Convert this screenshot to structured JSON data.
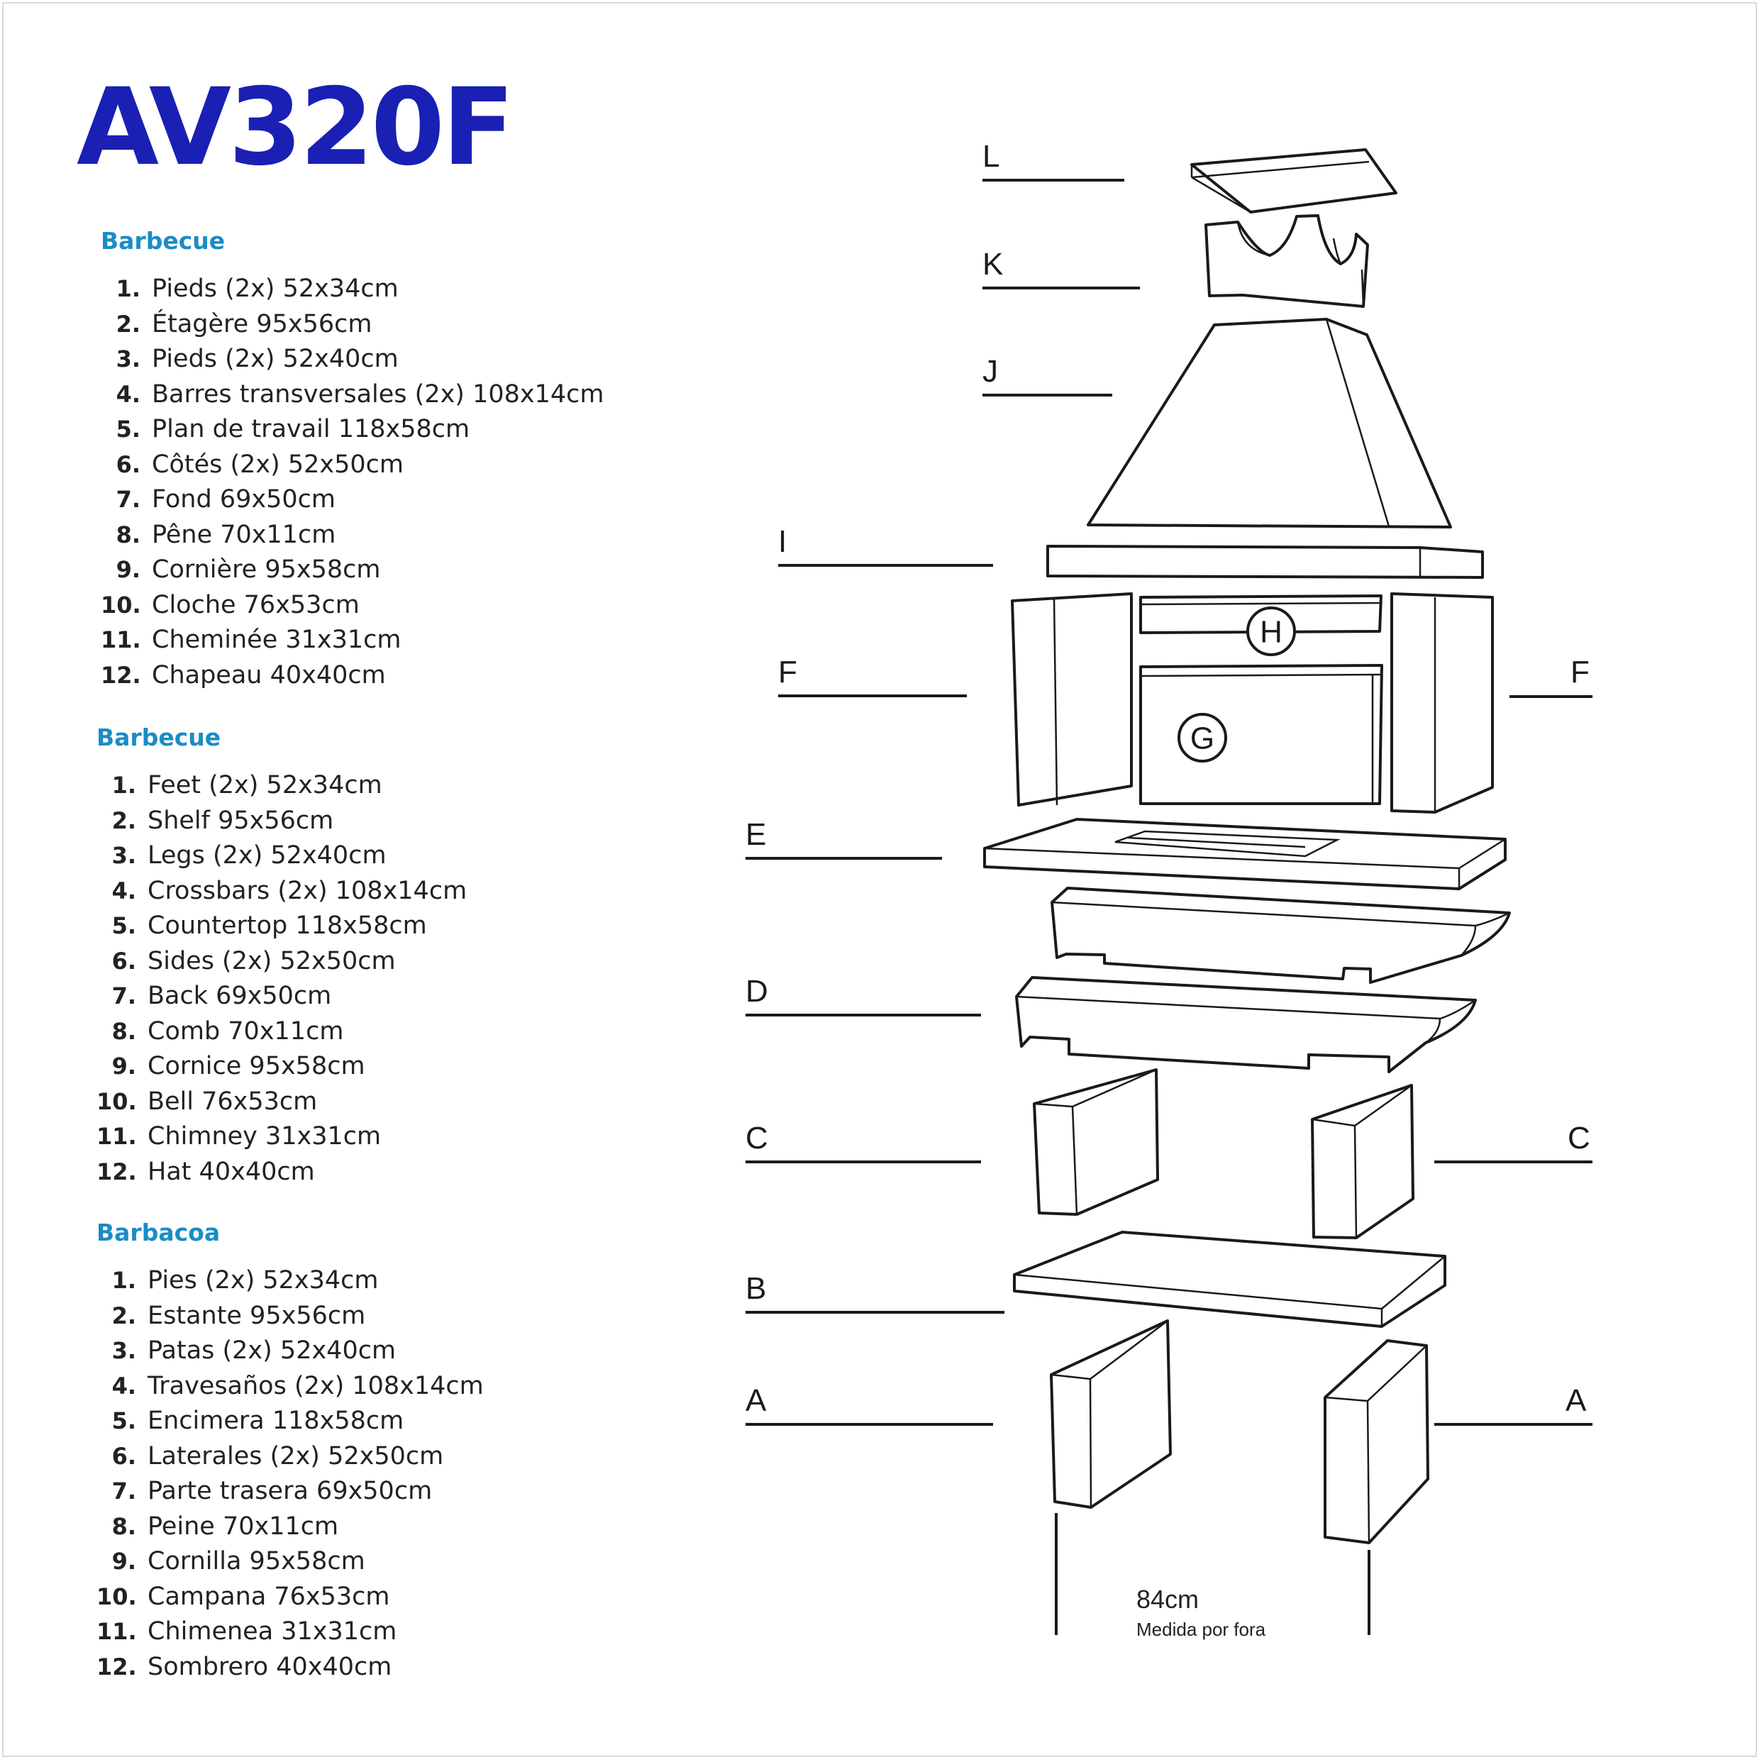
{
  "title": "AV320F",
  "lists": {
    "fr": {
      "heading": "Barbecue",
      "items": [
        {
          "num": "1.",
          "text": "Pieds (2x) 52x34cm"
        },
        {
          "num": "2.",
          "text": "Étagère 95x56cm"
        },
        {
          "num": "3.",
          "text": "Pieds (2x) 52x40cm"
        },
        {
          "num": "4.",
          "text": "Barres transversales (2x) 108x14cm"
        },
        {
          "num": "5.",
          "text": "Plan de travail 118x58cm"
        },
        {
          "num": "6.",
          "text": "Côtés (2x) 52x50cm"
        },
        {
          "num": "7.",
          "text": "Fond 69x50cm"
        },
        {
          "num": "8.",
          "text": "Pêne 70x11cm"
        },
        {
          "num": "9.",
          "text": "Cornière 95x58cm"
        },
        {
          "num": "10.",
          "text": "Cloche 76x53cm"
        },
        {
          "num": "11.",
          "text": "Cheminée 31x31cm"
        },
        {
          "num": "12.",
          "text": "Chapeau 40x40cm"
        }
      ]
    },
    "en": {
      "heading": "Barbecue",
      "items": [
        {
          "num": "1.",
          "text": "Feet (2x) 52x34cm"
        },
        {
          "num": "2.",
          "text": "Shelf 95x56cm"
        },
        {
          "num": "3.",
          "text": "Legs (2x) 52x40cm"
        },
        {
          "num": "4.",
          "text": "Crossbars (2x) 108x14cm"
        },
        {
          "num": "5.",
          "text": "Countertop 118x58cm"
        },
        {
          "num": "6.",
          "text": "Sides (2x) 52x50cm"
        },
        {
          "num": "7.",
          "text": "Back 69x50cm"
        },
        {
          "num": "8.",
          "text": "Comb 70x11cm"
        },
        {
          "num": "9.",
          "text": "Cornice 95x58cm"
        },
        {
          "num": "10.",
          "text": "Bell 76x53cm"
        },
        {
          "num": "11.",
          "text": "Chimney 31x31cm"
        },
        {
          "num": "12.",
          "text": "Hat 40x40cm"
        }
      ]
    },
    "es": {
      "heading": "Barbacoa",
      "items": [
        {
          "num": "1.",
          "text": "Pies (2x) 52x34cm"
        },
        {
          "num": "2.",
          "text": "Estante 95x56cm"
        },
        {
          "num": "3.",
          "text": "Patas (2x) 52x40cm"
        },
        {
          "num": "4.",
          "text": "Travesaños (2x) 108x14cm"
        },
        {
          "num": "5.",
          "text": "Encimera 118x58cm"
        },
        {
          "num": "6.",
          "text": "Laterales (2x) 52x50cm"
        },
        {
          "num": "7.",
          "text": "Parte trasera 69x50cm"
        },
        {
          "num": "8.",
          "text": "Peine 70x11cm"
        },
        {
          "num": "9.",
          "text": "Cornilla 95x58cm"
        },
        {
          "num": "10.",
          "text": "Campana 76x53cm"
        },
        {
          "num": "11.",
          "text": "Chimenea 31x31cm"
        },
        {
          "num": "12.",
          "text": "Sombrero 40x40cm"
        }
      ]
    }
  },
  "diagram": {
    "labels": {
      "L": "L",
      "K": "K",
      "J": "J",
      "I": "I",
      "F_left": "F",
      "F_right": "F",
      "H": "H",
      "G": "G",
      "E": "E",
      "D": "D",
      "C_left": "C",
      "C_right": "C",
      "B": "B",
      "A_left": "A",
      "A_right": "A"
    },
    "dimension": {
      "value": "84cm",
      "note": "Medida por fora"
    }
  }
}
